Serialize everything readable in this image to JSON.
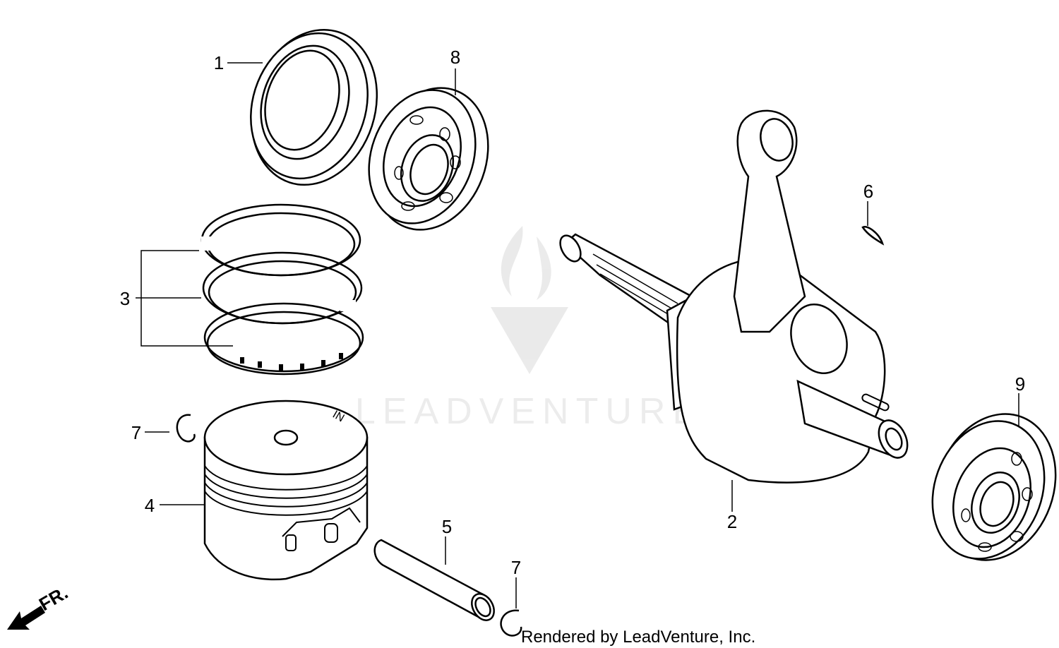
{
  "callouts": {
    "c1": "1",
    "c2": "2",
    "c3": "3",
    "c4": "4",
    "c5": "5",
    "c6": "6",
    "c7a": "7",
    "c7b": "7",
    "c8": "8",
    "c9": "9"
  },
  "direction_label": "FR.",
  "credit": "Rendered by LeadVenture, Inc.",
  "watermark": "LEADVENTURE",
  "piston_mark": "IN"
}
